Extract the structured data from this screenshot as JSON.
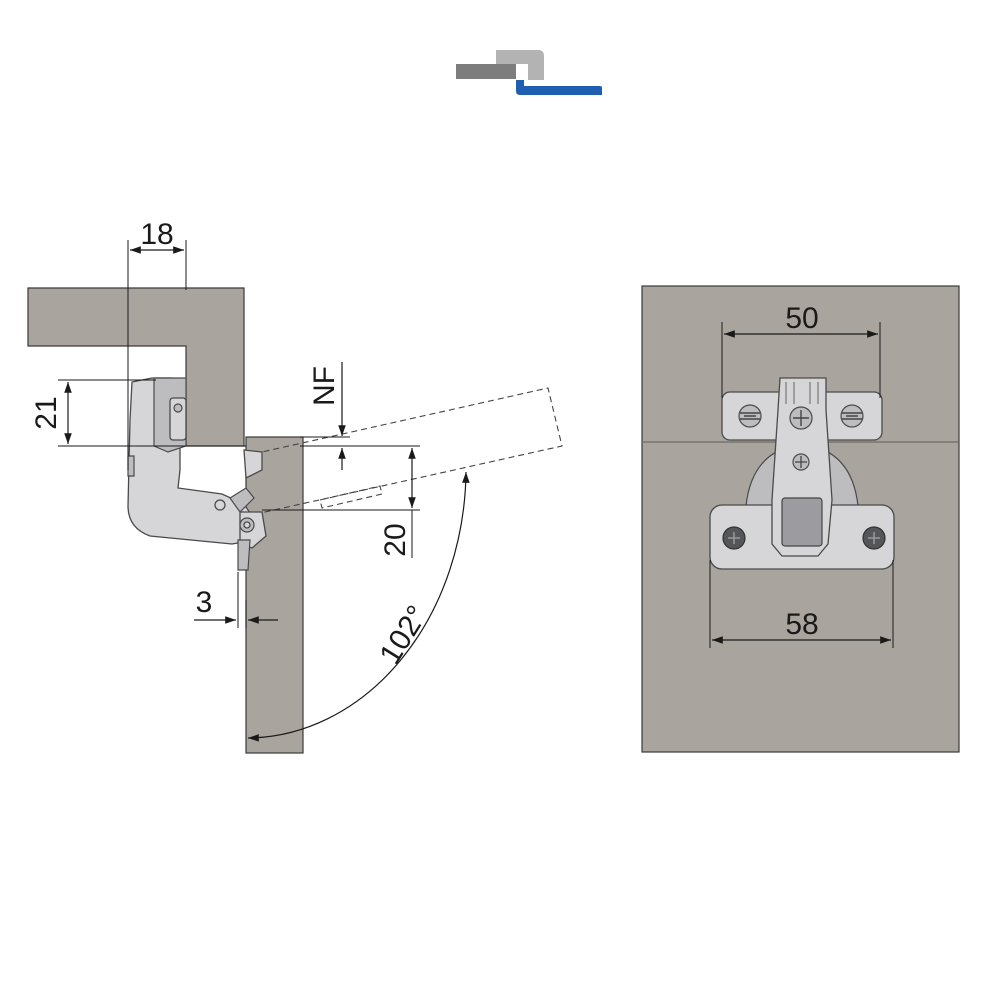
{
  "logo": {
    "name": "overlay-type-logo",
    "colors": {
      "grey": "#7d7d7d",
      "light": "#b3b3b3",
      "blue": "#1f5fb0"
    }
  },
  "side_view": {
    "dim_18": "18",
    "dim_21": "21",
    "dim_nf": "NF",
    "dim_20": "20",
    "dim_3": "3",
    "angle": "102°"
  },
  "front_view": {
    "dim_50": "50",
    "dim_58": "58"
  },
  "colors": {
    "panel": "#a9a49d",
    "metal": "#d6d6d8"
  }
}
